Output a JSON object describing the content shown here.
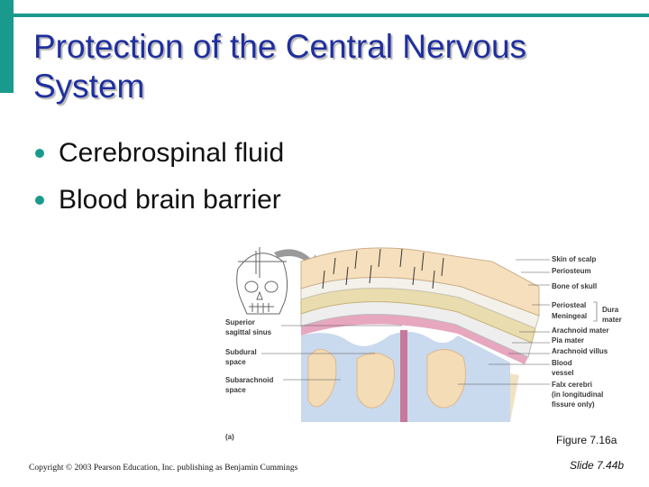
{
  "slide": {
    "title": "Protection of the Central Nervous System",
    "bullets": [
      "Cerebrospinal fluid",
      "Blood brain barrier"
    ],
    "figure_caption": "Figure 7.16a",
    "copyright": "Copyright © 2003 Pearson Education, Inc. publishing as Benjamin Cummings",
    "slide_number": "Slide 7.44b"
  },
  "figure": {
    "panel_label": "(a)",
    "labels_left": {
      "superior_sagittal_sinus": [
        "Superior",
        "sagittal sinus"
      ],
      "subdural_space": [
        "Subdural",
        "space"
      ],
      "subarachnoid_space": [
        "Subarachnoid",
        "space"
      ]
    },
    "labels_right": {
      "skin_of_scalp": "Skin of scalp",
      "periosteum": "Periosteum",
      "bone_of_skull": "Bone of skull",
      "periosteal": "Periosteal",
      "meningeal": "Meningeal",
      "dura_mater": [
        "Dura",
        "mater"
      ],
      "arachnoid_mater": "Arachnoid mater",
      "pia_mater": "Pia mater",
      "arachnoid_villus": "Arachnoid villus",
      "blood_vessel": [
        "Blood",
        "vessel"
      ],
      "falx_cerebri": [
        "Falx cerebri",
        "(in longitudinal",
        "fissure only)"
      ]
    }
  },
  "colors": {
    "accent": "#1a9a8c",
    "title": "#1f2f9e"
  }
}
